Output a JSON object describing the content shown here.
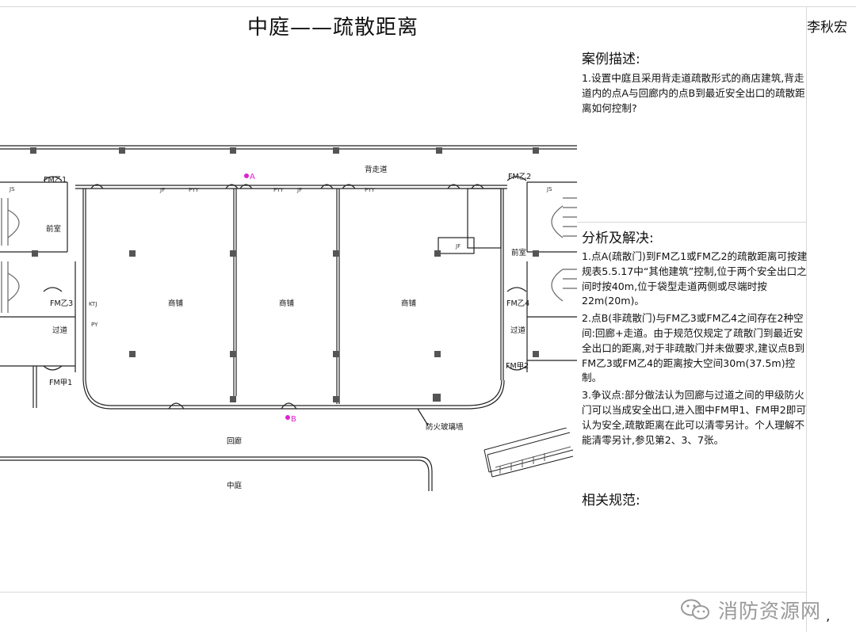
{
  "page": {
    "title": "中庭——疏散距离",
    "author": "李秋宏"
  },
  "case": {
    "heading": "案例描述:",
    "text": "1.设置中庭且采用背走道疏散形式的商店建筑,背走道内的点A与回廊内的点B到最近安全出口的疏散距离如何控制?"
  },
  "analysis": {
    "heading": "分析及解决:",
    "p1": "1.点A(疏散门)到FM乙1或FM乙2的疏散距离可按建规表5.5.17中“其他建筑”控制,位于两个安全出口之间时按40m,位于袋型走道两侧或尽端时按22m(20m)。",
    "p2": "2.点B(非疏散门)与FM乙3或FM乙4之间存在2种空间:回廊+走道。由于规范仅规定了疏散门到最近安全出口的距离,对于非疏散门并未做要求,建议点B到FM乙3或FM乙4的距离按大空间30m(37.5m)控制。",
    "p3": "3.争议点:部分做法认为回廊与过道之间的甲级防火门可以当成安全出口,进入图中FM甲1、FM甲2即可认为安全,疏散距离在此可以清零另计。个人理解不能清零另计,参见第2、3、7张。"
  },
  "regulations": {
    "heading": "相关规范:"
  },
  "plan": {
    "back_corridor": "背走道",
    "point_a": "A",
    "point_b": "B",
    "fm_yi1": "FM乙1",
    "fm_yi2": "FM乙2",
    "fm_yi3": "FM乙3",
    "fm_yi4": "FM乙4",
    "fm_jia1": "FM甲1",
    "fm_jia2": "FM甲2",
    "anteroom": "前室",
    "passage": "过道",
    "shop": "商铺",
    "gallery": "回廊",
    "atrium": "中庭",
    "fire_glass_wall": "防火玻璃墙",
    "tag_js": "JS",
    "tag_jf": "JF",
    "tag_pyy": "PYY",
    "tag_ktj": "KTJ",
    "tag_py": "PY",
    "accent_color": "#e020d0"
  },
  "watermark": {
    "text": "消防资源网",
    "icon": "wechat-icon",
    "trailing_mark": "‚"
  }
}
